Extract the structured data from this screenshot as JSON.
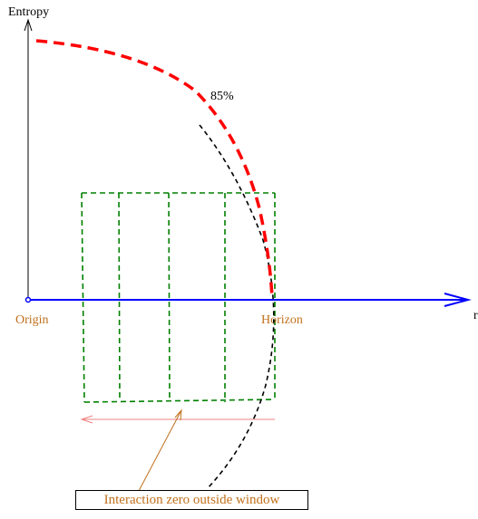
{
  "labels": {
    "y_axis": "Entropy",
    "x_axis": "r",
    "origin": "Origin",
    "horizon": "Horizon",
    "percentage": "85%",
    "annotation": "Interaction zero outside window"
  },
  "colors": {
    "axis_vertical": "#000000",
    "axis_horizontal": "#0000ff",
    "red_curve": "#ff0000",
    "black_curve": "#000000",
    "window": "#008000",
    "window_arrow": "#f08080",
    "label_orange": "#c0701c",
    "annotation_pointer": "#c0701c"
  }
}
